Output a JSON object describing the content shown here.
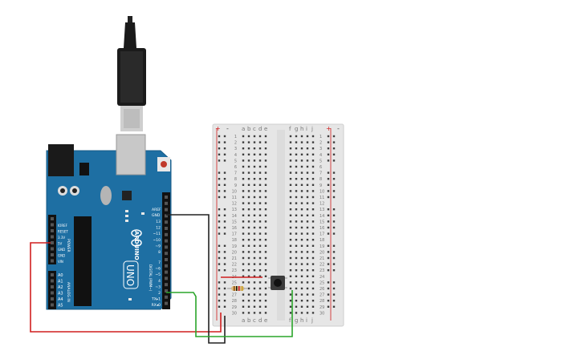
{
  "arduino": {
    "brand": "ARDUINO",
    "model": "UNO",
    "label_aref": "AREF",
    "label_gnd": "GND",
    "label_power": "POWER",
    "label_analog": "ANALOG IN",
    "label_digital": "DIGITAL (PWM~)",
    "power_pins": [
      "IOREF",
      "RESET",
      "3.3V",
      "5V",
      "GND",
      "GND",
      "VIN"
    ],
    "analog_pins": [
      "A0",
      "A1",
      "A2",
      "A3",
      "A4",
      "A5"
    ],
    "digital_upper": [
      "13",
      "12",
      "~11",
      "~10",
      "~9",
      "8"
    ],
    "digital_lower": [
      "7",
      "~6",
      "~5",
      "4",
      "~3",
      "2",
      "TX▸1",
      "RX◂0"
    ],
    "tx_label": "TX",
    "rx_label": "RX"
  },
  "breadboard": {
    "columns_left": [
      "a",
      "b",
      "c",
      "d",
      "e"
    ],
    "columns_right": [
      "f",
      "g",
      "h",
      "i",
      "j"
    ],
    "rows": 30,
    "rail_plus": "+",
    "rail_minus": "-"
  },
  "colors": {
    "board": "#1e6fa3",
    "wire_red": "#d11f1f",
    "wire_black": "#222222",
    "wire_green": "#2aa52a",
    "breadboard": "#e6e6e6"
  }
}
